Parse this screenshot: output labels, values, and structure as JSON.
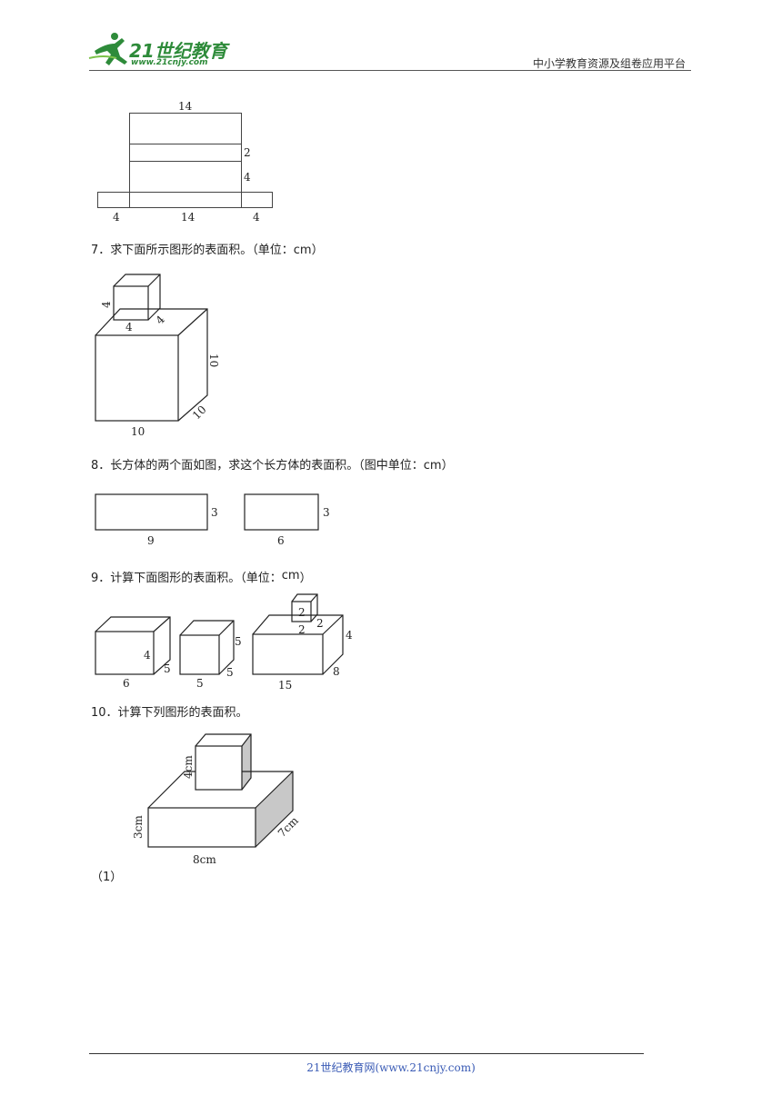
{
  "header": {
    "logo_main": "21世纪教育",
    "logo_url": "www.21cnjy.com",
    "right_text": "中小学教育资源及组卷应用平台"
  },
  "figure6": {
    "labels": [
      "14",
      "2",
      "4",
      "4",
      "14",
      "4"
    ]
  },
  "q7": {
    "text": "7．求下面所示图形的表面积。（单位：cm）",
    "labels": [
      "4",
      "4",
      "4",
      "10",
      "10",
      "10"
    ]
  },
  "q8": {
    "text": "8．长方体的两个面如图，求这个长方体的表面积。（图中单位：cm）",
    "rect1": {
      "w": "9",
      "h": "3"
    },
    "rect2": {
      "w": "6",
      "h": "3"
    }
  },
  "q9": {
    "text": "9．计算下面图形的表面积。（单位：",
    "unit": "cm",
    "close": "）",
    "box1": [
      "4",
      "5",
      "6"
    ],
    "box2": [
      "5",
      "5",
      "5"
    ],
    "box3": [
      "2",
      "2",
      "2",
      "4",
      "8",
      "15"
    ]
  },
  "q10": {
    "text": "10．计算下列图形的表面积。",
    "labels": [
      "4cm",
      "3cm",
      "7cm",
      "8cm"
    ],
    "sub": "（1）"
  },
  "footer": {
    "text": "21世纪教育网(www.21cnjy.com)"
  }
}
